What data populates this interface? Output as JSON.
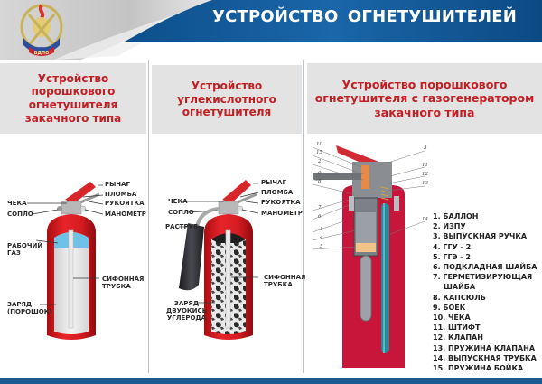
{
  "header": {
    "title": "УСТРОЙСТВО  ОГНЕТУШИТЕЛЕЙ",
    "logo_text": "ВДПО",
    "colors": {
      "banner": "#1a5a96",
      "banner_dark": "#0f4a80",
      "title_text": "#ffffff"
    }
  },
  "panels": [
    {
      "title_lines": [
        "Устройство",
        "порошкового",
        "огнетушителя",
        "закачного типа"
      ],
      "labels": {
        "lever": "РЫЧАГ",
        "seal": "ПЛОМБА",
        "pin": "ЧЕКА",
        "handle": "РУКОЯТКА",
        "nozzle": "СОПЛО",
        "gauge": "МАНОМЕТР",
        "working_gas_1": "РАБОЧИЙ",
        "working_gas_2": "ГАЗ",
        "siphon_1": "СИФОННАЯ",
        "siphon_2": "ТРУБКА",
        "charge_1": "ЗАРЯД",
        "charge_2": "(ПОРОШОК)"
      }
    },
    {
      "title_lines": [
        "Устройство",
        "углекислотного",
        "огнетушителя"
      ],
      "labels": {
        "lever": "РЫЧАГ",
        "seal": "ПЛОМБА",
        "pin": "ЧЕКА",
        "handle": "РУКОЯТКА",
        "nozzle": "СОПЛО",
        "gauge": "МАНОМЕТР",
        "horn": "РАСТРУБ",
        "siphon_1": "СИФОННАЯ",
        "siphon_2": "ТРУБКА",
        "charge_1": "ЗАРЯД",
        "charge_2": "ДВУОКИСЬ",
        "charge_3": "УГЛЕРОДА"
      }
    },
    {
      "title_lines": [
        "Устройство порошкового",
        "огнетушителя с газогенератором",
        "закачного типа"
      ],
      "callout_numbers": [
        "10",
        "15",
        "2",
        "9",
        "8",
        "7",
        "6",
        "1",
        "4",
        "5",
        "3",
        "11",
        "12",
        "13",
        "14"
      ],
      "legend": [
        {
          "n": "1.",
          "text": "БАЛЛОН"
        },
        {
          "n": "2.",
          "text": "ИЗПУ"
        },
        {
          "n": "3.",
          "text": "ВЫПУСКНАЯ РУЧКА"
        },
        {
          "n": "4.",
          "text": "ГГУ - 2"
        },
        {
          "n": "5.",
          "text": "ГГЭ - 2"
        },
        {
          "n": "6.",
          "text": "ПОДКЛАДНАЯ ШАЙБА"
        },
        {
          "n": "7.",
          "text": "ГЕРМЕТИЗИРУЮЩАЯ",
          "cont": "ШАЙБА"
        },
        {
          "n": "8.",
          "text": "КАПСЮЛЬ"
        },
        {
          "n": "9.",
          "text": "БОЕК"
        },
        {
          "n": "10.",
          "text": "ЧЕКА"
        },
        {
          "n": "11.",
          "text": "ШТИФТ"
        },
        {
          "n": "12.",
          "text": "КЛАПАН"
        },
        {
          "n": "13.",
          "text": "ПРУЖИНА КЛАПАНА"
        },
        {
          "n": "14.",
          "text": "ВЫПУСКНАЯ ТРУБКА"
        },
        {
          "n": "15.",
          "text": "ПРУЖИНА БОЙКА"
        }
      ]
    }
  ]
}
